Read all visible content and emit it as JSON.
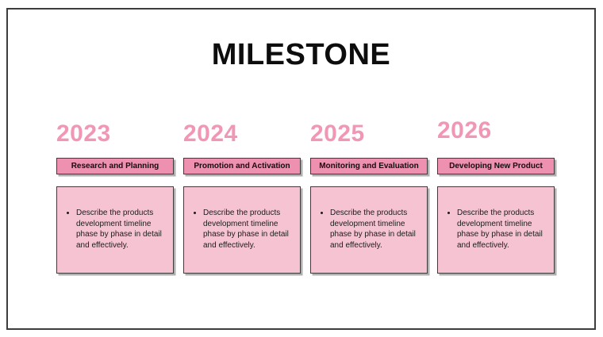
{
  "slide": {
    "title": "MILESTONE",
    "columns": [
      {
        "year": "2023",
        "header": "Research and Planning",
        "description": "Describe the products development timeline phase by phase in detail and effectively."
      },
      {
        "year": "2024",
        "header": "Promotion and Activation",
        "description": "Describe the products development timeline phase by phase in detail and effectively."
      },
      {
        "year": "2025",
        "header": "Monitoring and Evaluation",
        "description": "Describe the products development timeline phase by phase in detail and effectively."
      },
      {
        "year": "2026",
        "header": "Developing New Product",
        "description": "Describe the products development timeline phase by phase in detail and effectively."
      }
    ],
    "colors": {
      "year_pink": "#f097b6",
      "header_fill": "#ee90af",
      "body_fill": "#f5c3d2",
      "border_dark": "#3d3d3d",
      "background": "#ffffff",
      "title_color": "#0d0d0d",
      "body_text": "#1c1c1c"
    }
  }
}
